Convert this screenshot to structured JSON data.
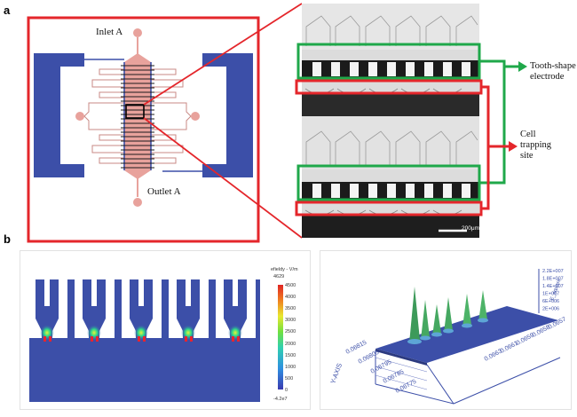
{
  "panels": {
    "a": "a",
    "b": "b"
  },
  "labels": {
    "inlet": "Inlet A",
    "outlet": "Outlet A",
    "electrode": "Tooth-shape electrode",
    "electrode_line1": "Tooth-shape",
    "electrode_line2": "electrode",
    "trap": "Cell trapping site",
    "trap_line1": "Cell",
    "trap_line2": "trapping",
    "trap_line3": "site",
    "scale_bar": "200μm"
  },
  "colorbar": {
    "title": "efieldy - V/m",
    "max": "4629",
    "ticks": [
      "4500",
      "4000",
      "3500",
      "3000",
      "2500",
      "2000",
      "1500",
      "1000",
      "500",
      "0"
    ],
    "min": "-4.2e7"
  },
  "surface_plot": {
    "z_ticks": [
      "2.2E+007",
      "1.8E+007",
      "1.4E+007",
      "1E+007",
      "6E+006",
      "2E+006"
    ],
    "z_label": "E_square",
    "x_ticks": [
      "0.06815",
      "0.06805",
      "0.06795",
      "0.06785",
      "0.06775"
    ],
    "x_label": "Y-AXIS",
    "y_ticks": [
      "0.0663",
      "0.0661",
      "0.0659",
      "0.0658",
      "0.0657"
    ]
  },
  "colors": {
    "highlight_red": "#e4262b",
    "highlight_green": "#1fa84a",
    "electrode_blue": "#3c4fa8",
    "channel_pink": "#e8a29c"
  }
}
